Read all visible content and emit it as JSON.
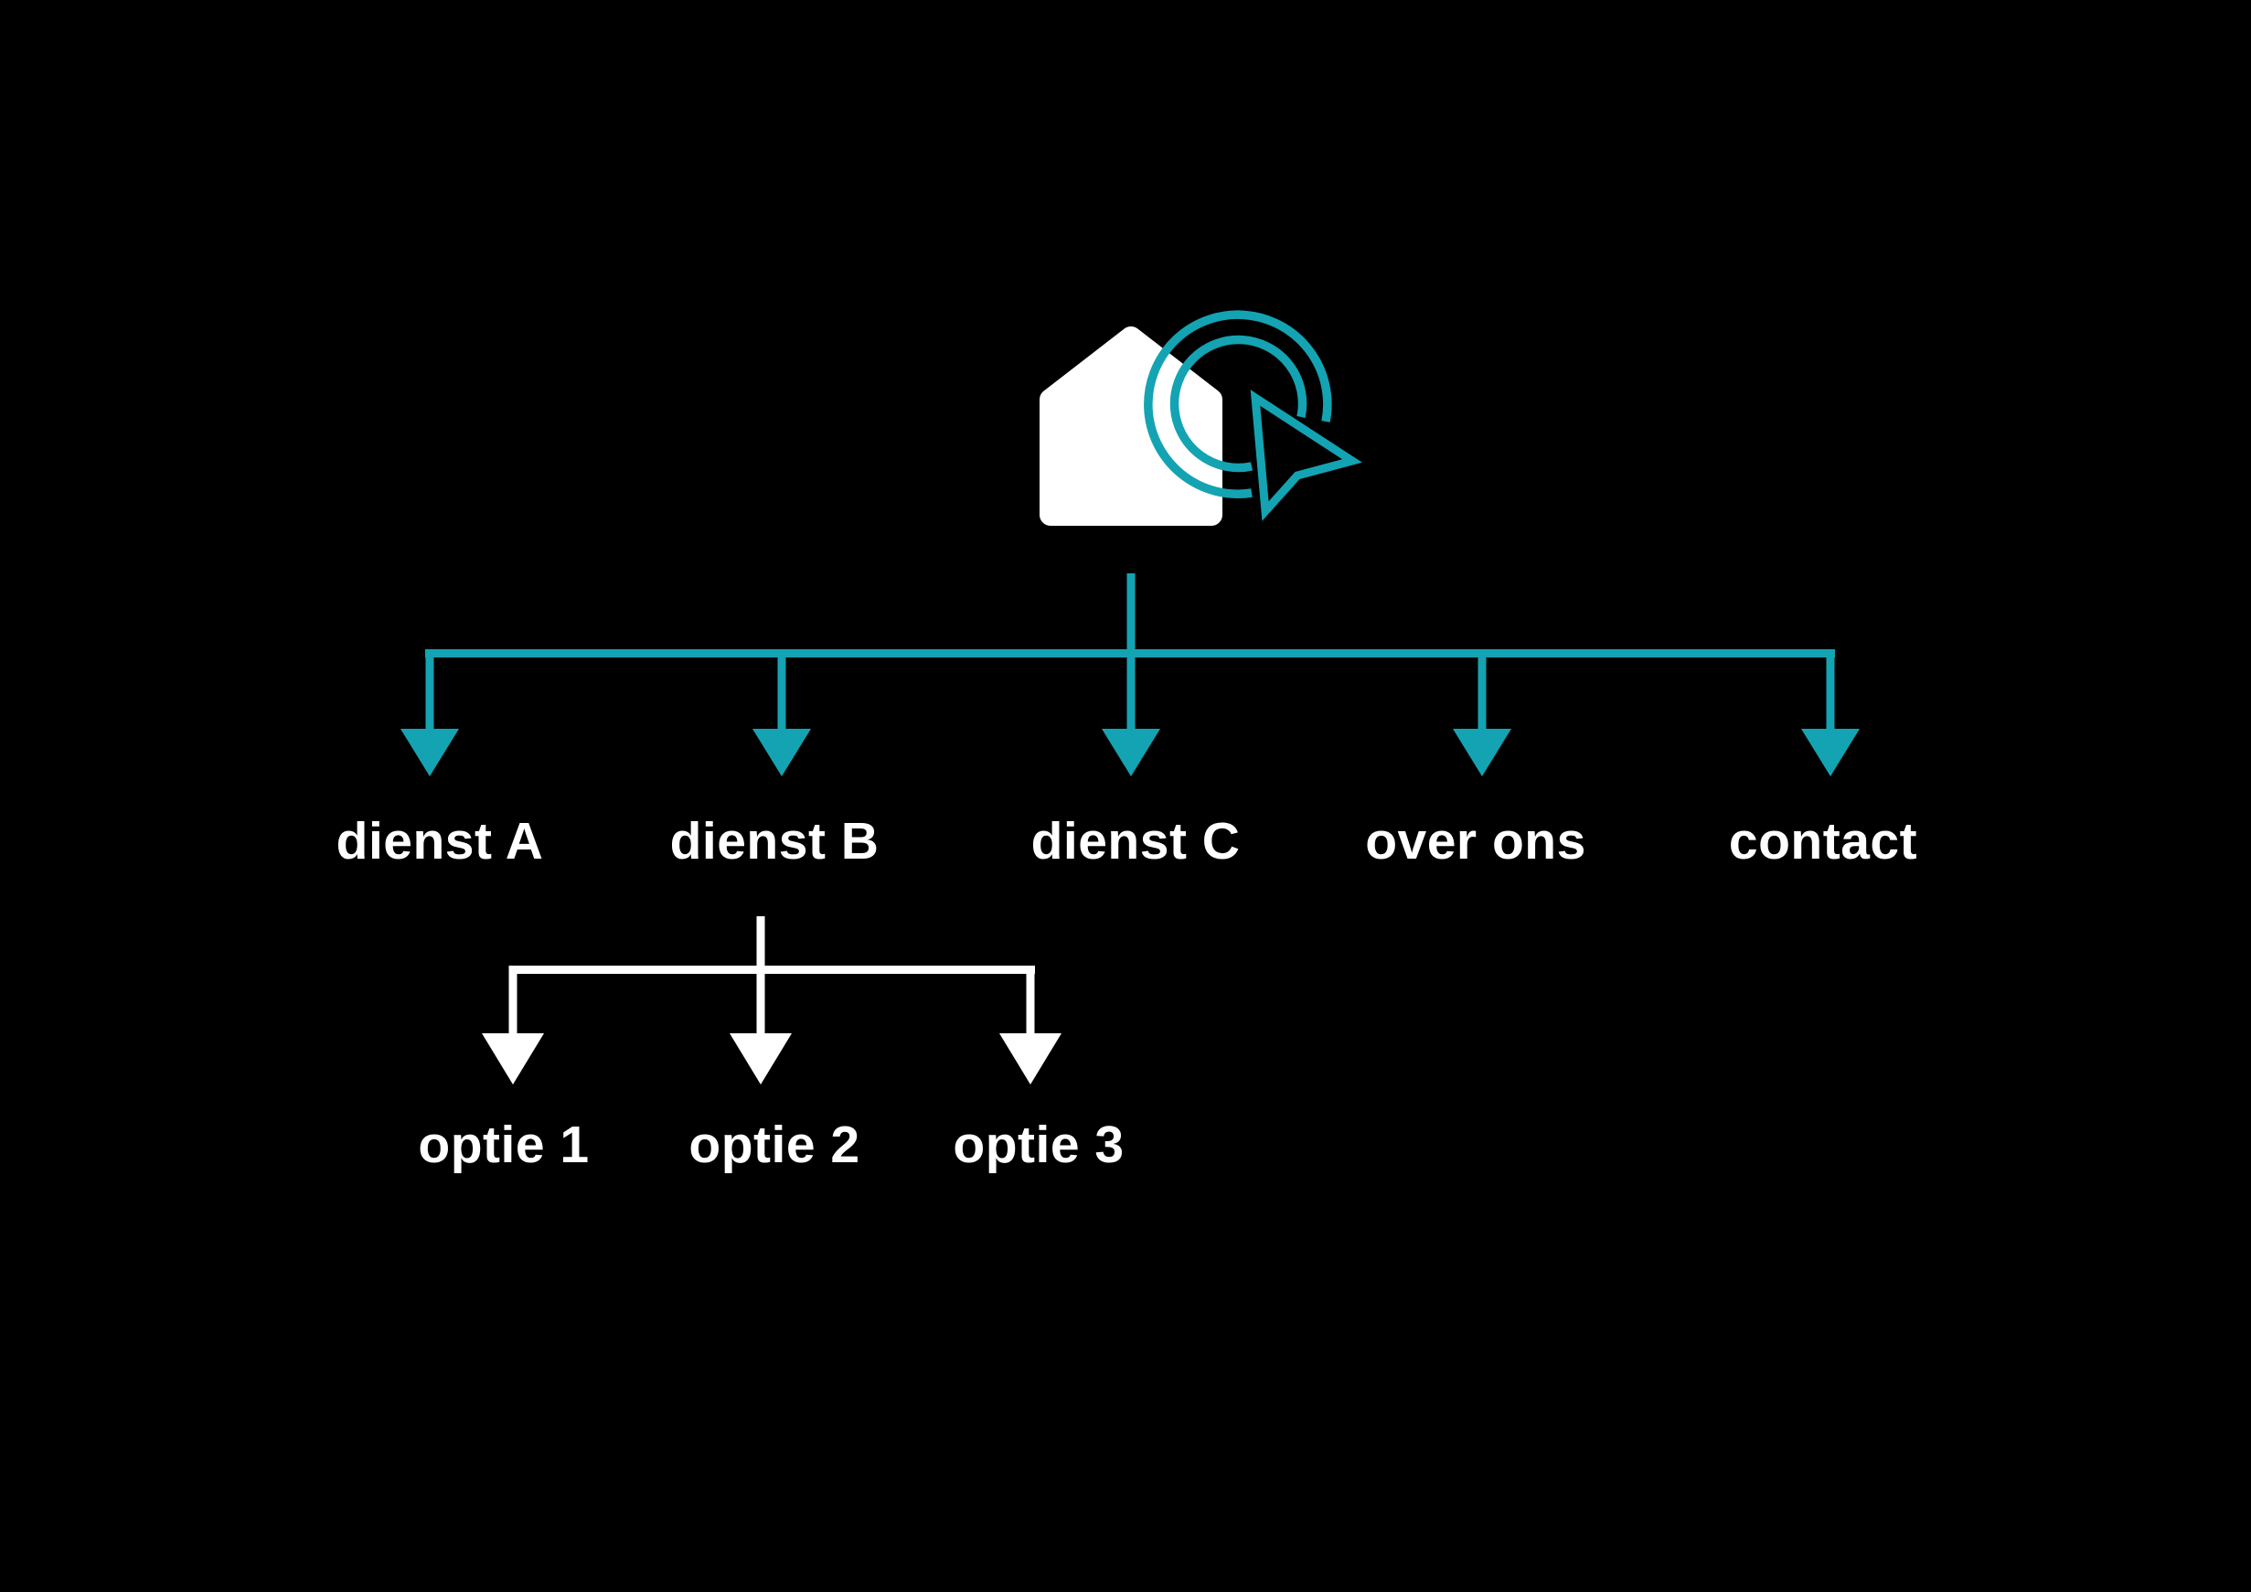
{
  "canvas": {
    "background": "#000000"
  },
  "colors": {
    "teal": "#14a3b2",
    "white": "#ffffff",
    "label_text": "#ffffff"
  },
  "icons": {
    "root": "house-click-icon"
  },
  "sitemap": {
    "level1": [
      "dienst A",
      "dienst B",
      "dienst C",
      "over ons",
      "contact"
    ],
    "level2_parent": "dienst B",
    "level2": [
      "optie 1",
      "optie 2",
      "optie 3"
    ]
  }
}
